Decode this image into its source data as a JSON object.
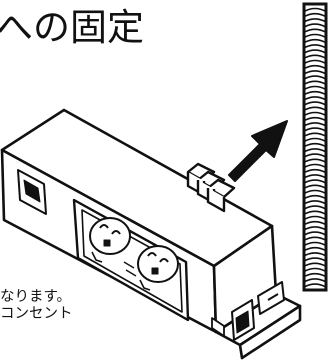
{
  "heading": {
    "text": "への固定"
  },
  "caption": {
    "line1": "なります。",
    "line2": "コンセント"
  },
  "icons": {
    "arrow": "arrow-up-right-icon",
    "rod": "threaded-rod-icon",
    "device": "outlet-bracket-icon"
  },
  "colors": {
    "ink": "#111111",
    "paper": "#ffffff",
    "shade": "#d9d9d9"
  }
}
